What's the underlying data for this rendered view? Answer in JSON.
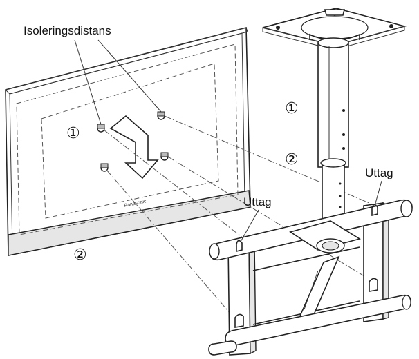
{
  "labels": {
    "spacer": "Isoleringsdistans",
    "slot_right": "Uttag",
    "slot_left": "Uttag",
    "tv_brand": "Panasonic"
  },
  "steps": {
    "step1_tv": "①",
    "step1_bracket": "①",
    "step2_bracket": "②",
    "step2_tv": "②"
  }
}
